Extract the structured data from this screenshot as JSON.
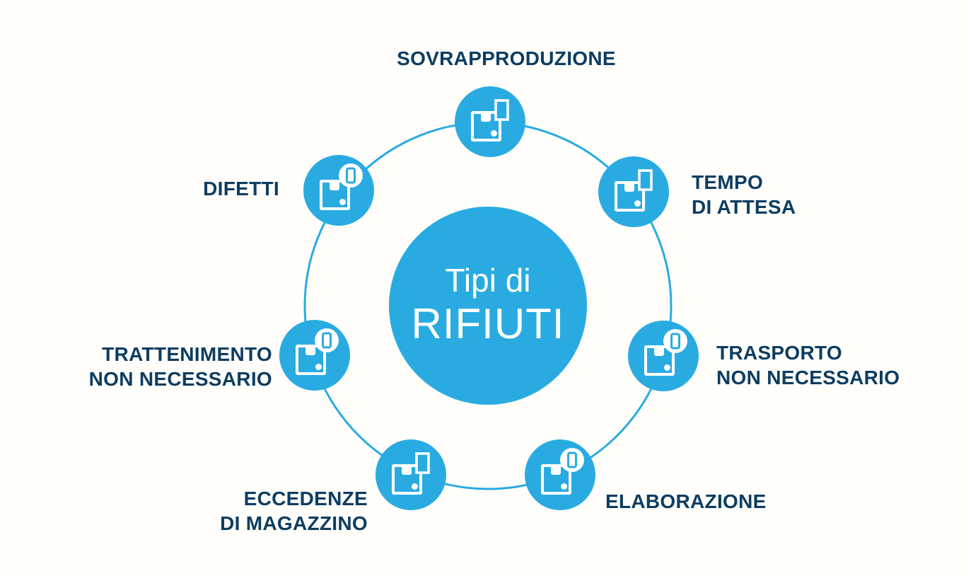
{
  "colors": {
    "accent": "#29ABE2",
    "label_text": "#0D3D61",
    "icon_white": "#FFFFFF",
    "background": "#FFFEFB"
  },
  "diagram": {
    "center": {
      "line1": "Tipi di",
      "line2": "RIFIUTI"
    },
    "nodes": [
      {
        "label": "SOVRAPPRODUZIONE",
        "position": "top",
        "icon": "package-with-tag-icon"
      },
      {
        "label": "TEMPO\nDI ATTESA",
        "position": "top-right",
        "icon": "package-with-tag-icon"
      },
      {
        "label": "TRASPORTO\nNON NECESSARIO",
        "position": "right",
        "icon": "package-with-badge-icon"
      },
      {
        "label": "ELABORAZIONE",
        "position": "bottom-right",
        "icon": "package-with-badge-icon"
      },
      {
        "label": "ECCEDENZE\nDI MAGAZZINO",
        "position": "bottom-left",
        "icon": "package-with-tag-icon"
      },
      {
        "label": "TRATTENIMENTO\nNON NECESSARIO",
        "position": "left",
        "icon": "package-with-badge-icon"
      },
      {
        "label": "DIFETTI",
        "position": "top-left",
        "icon": "package-with-badge-icon"
      }
    ]
  }
}
